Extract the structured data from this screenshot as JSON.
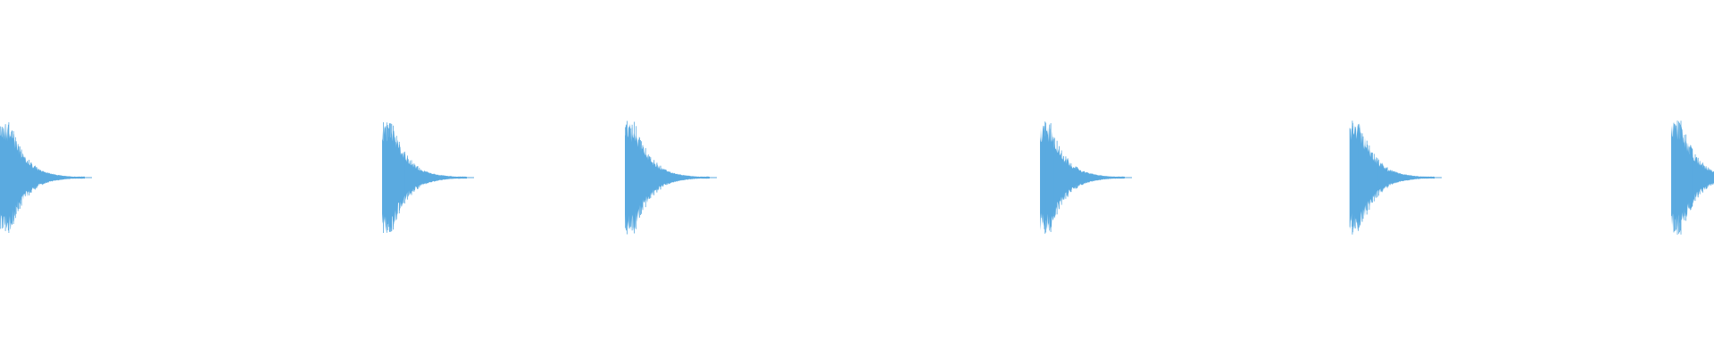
{
  "waveform": {
    "color": "#5aaae0",
    "background": "#ffffff",
    "clip_count": 6,
    "clips": [
      {
        "index": 1
      },
      {
        "index": 2
      },
      {
        "index": 3
      },
      {
        "index": 4
      },
      {
        "index": 5
      },
      {
        "index": 6,
        "truncated_at_edge": true
      }
    ]
  }
}
